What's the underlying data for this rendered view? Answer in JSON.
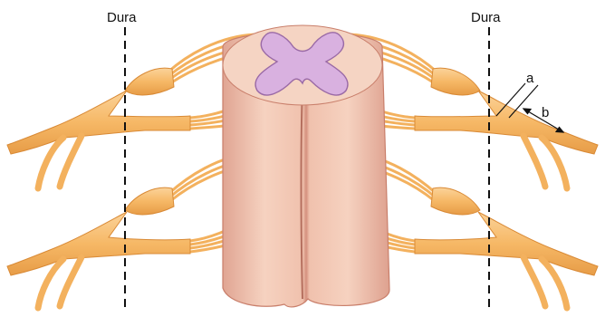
{
  "labels": {
    "dura_left": "Dura",
    "dura_right": "Dura",
    "marker_a": "a",
    "marker_b": "b"
  },
  "colors": {
    "nerve_fill": "#f6ba6a",
    "nerve_stroke": "#d98a36",
    "cord_fill": "#f3c8b4",
    "cord_shade": "#e2a08c",
    "cord_stroke": "#c97f6b",
    "grey_matter": "#d9b1e0",
    "grey_matter_stroke": "#9a6aa6",
    "dura_line": "#111111"
  }
}
